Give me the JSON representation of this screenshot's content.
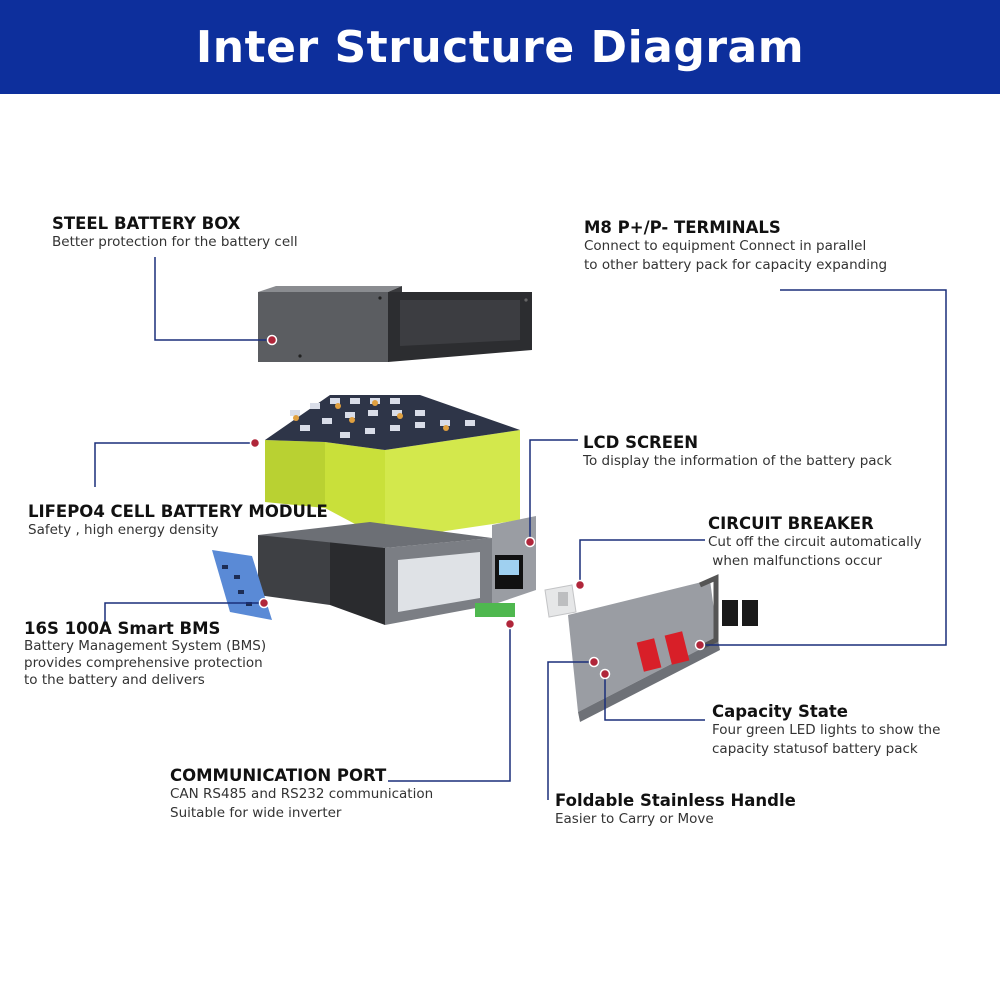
{
  "header": {
    "title": "Inter Structure Diagram"
  },
  "colors": {
    "banner": "#0d2f9c",
    "leader_line": "#1a2f7a",
    "leader_dot": "#b0263a",
    "cell": "#c9e03a"
  },
  "labels": {
    "steel_box": {
      "title": "STEEL BATTERY BOX",
      "desc": [
        "Better protection for the battery cell"
      ]
    },
    "terminals": {
      "title": "M8 P+/P- TERMINALS",
      "desc": [
        "Connect to equipment Connect in parallel",
        "to other battery pack for capacity expanding"
      ]
    },
    "lcd": {
      "title": "LCD SCREEN",
      "desc": [
        "To display the information of the battery pack"
      ]
    },
    "cell_module": {
      "title": "LIFEPO4 CELL BATTERY MODULE",
      "desc": [
        "Safety , high energy density"
      ]
    },
    "breaker": {
      "title": "CIRCUIT BREAKER",
      "desc": [
        "Cut off the circuit automatically",
        " when malfunctions occur"
      ]
    },
    "bms": {
      "title": "16S 100A Smart BMS",
      "desc": [
        "Battery Management System (BMS)",
        "provides comprehensive protection",
        "to the battery and delivers"
      ]
    },
    "capacity": {
      "title": "Capacity State",
      "desc": [
        "Four green LED lights to show the",
        "capacity statusof battery pack"
      ]
    },
    "comm_port": {
      "title": "COMMUNICATION PORT",
      "desc": [
        "CAN RS485 and RS232 communication",
        "Suitable for wide inverter"
      ]
    },
    "handle": {
      "title": "Foldable Stainless Handle",
      "desc": [
        "Easier to Carry or Move"
      ]
    }
  }
}
